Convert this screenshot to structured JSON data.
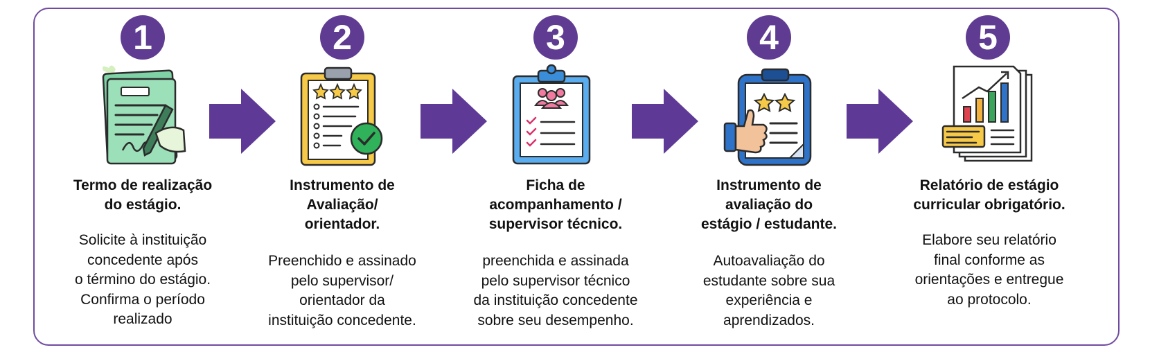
{
  "colors": {
    "border": "#6f4a9e",
    "badge": "#5f3b91",
    "arrow": "#5e3a96",
    "text": "#111111"
  },
  "steps": [
    {
      "number": "1",
      "icon": "signing-document-icon",
      "title": "Termo de realização\ndo estágio.",
      "description": "Solicite à instituição\nconcedente após\no término do estágio.\nConfirma o período\nrealizado"
    },
    {
      "number": "2",
      "icon": "rating-clipboard-check-icon",
      "title": "Instrumento de\nAvaliação/\norientador.",
      "description": "Preenchido e assinado\npelo supervisor/\norientador da\ninstituição concedente."
    },
    {
      "number": "3",
      "icon": "team-clipboard-icon",
      "title": "Ficha de\nacompanhamento /\nsupervisor técnico.",
      "description": "preenchida e assinada\npelo supervisor técnico\nda instituição concedente\nsobre seu desempenho."
    },
    {
      "number": "4",
      "icon": "thumbs-up-evaluation-icon",
      "title": "Instrumento de\navaliação do\nestágio / estudante.",
      "description": "Autoavaliação do\nestudante sobre sua\nexperiência e\naprendizados."
    },
    {
      "number": "5",
      "icon": "report-chart-icon",
      "title": "Relatório de estágio\ncurricular obrigatório.",
      "description": "Elabore seu relatório\nfinal conforme as\norientações e entregue\nao protocolo."
    }
  ]
}
